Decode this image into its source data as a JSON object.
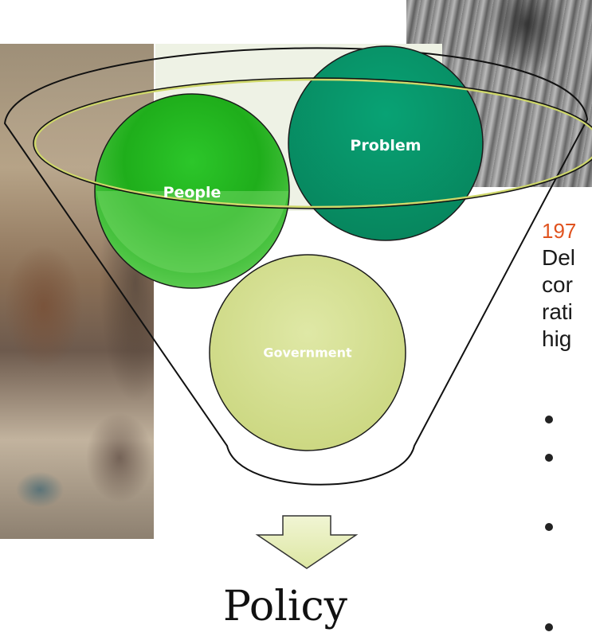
{
  "funnel": {
    "circles": [
      {
        "id": "people",
        "label": "People",
        "color": "#1fb319"
      },
      {
        "id": "problem",
        "label": "Problem",
        "color": "#0a9a6c"
      },
      {
        "id": "government",
        "label": "Government",
        "color": "#d8e39b"
      }
    ],
    "output_label": "Policy",
    "arrow_color": "#e9f0c2"
  },
  "side_text": {
    "year": "197",
    "lines": [
      "Del",
      "cor",
      "rati",
      "hig"
    ]
  },
  "colors": {
    "funnel_rim": "#cfd86a",
    "year_accent": "#e0531f"
  }
}
